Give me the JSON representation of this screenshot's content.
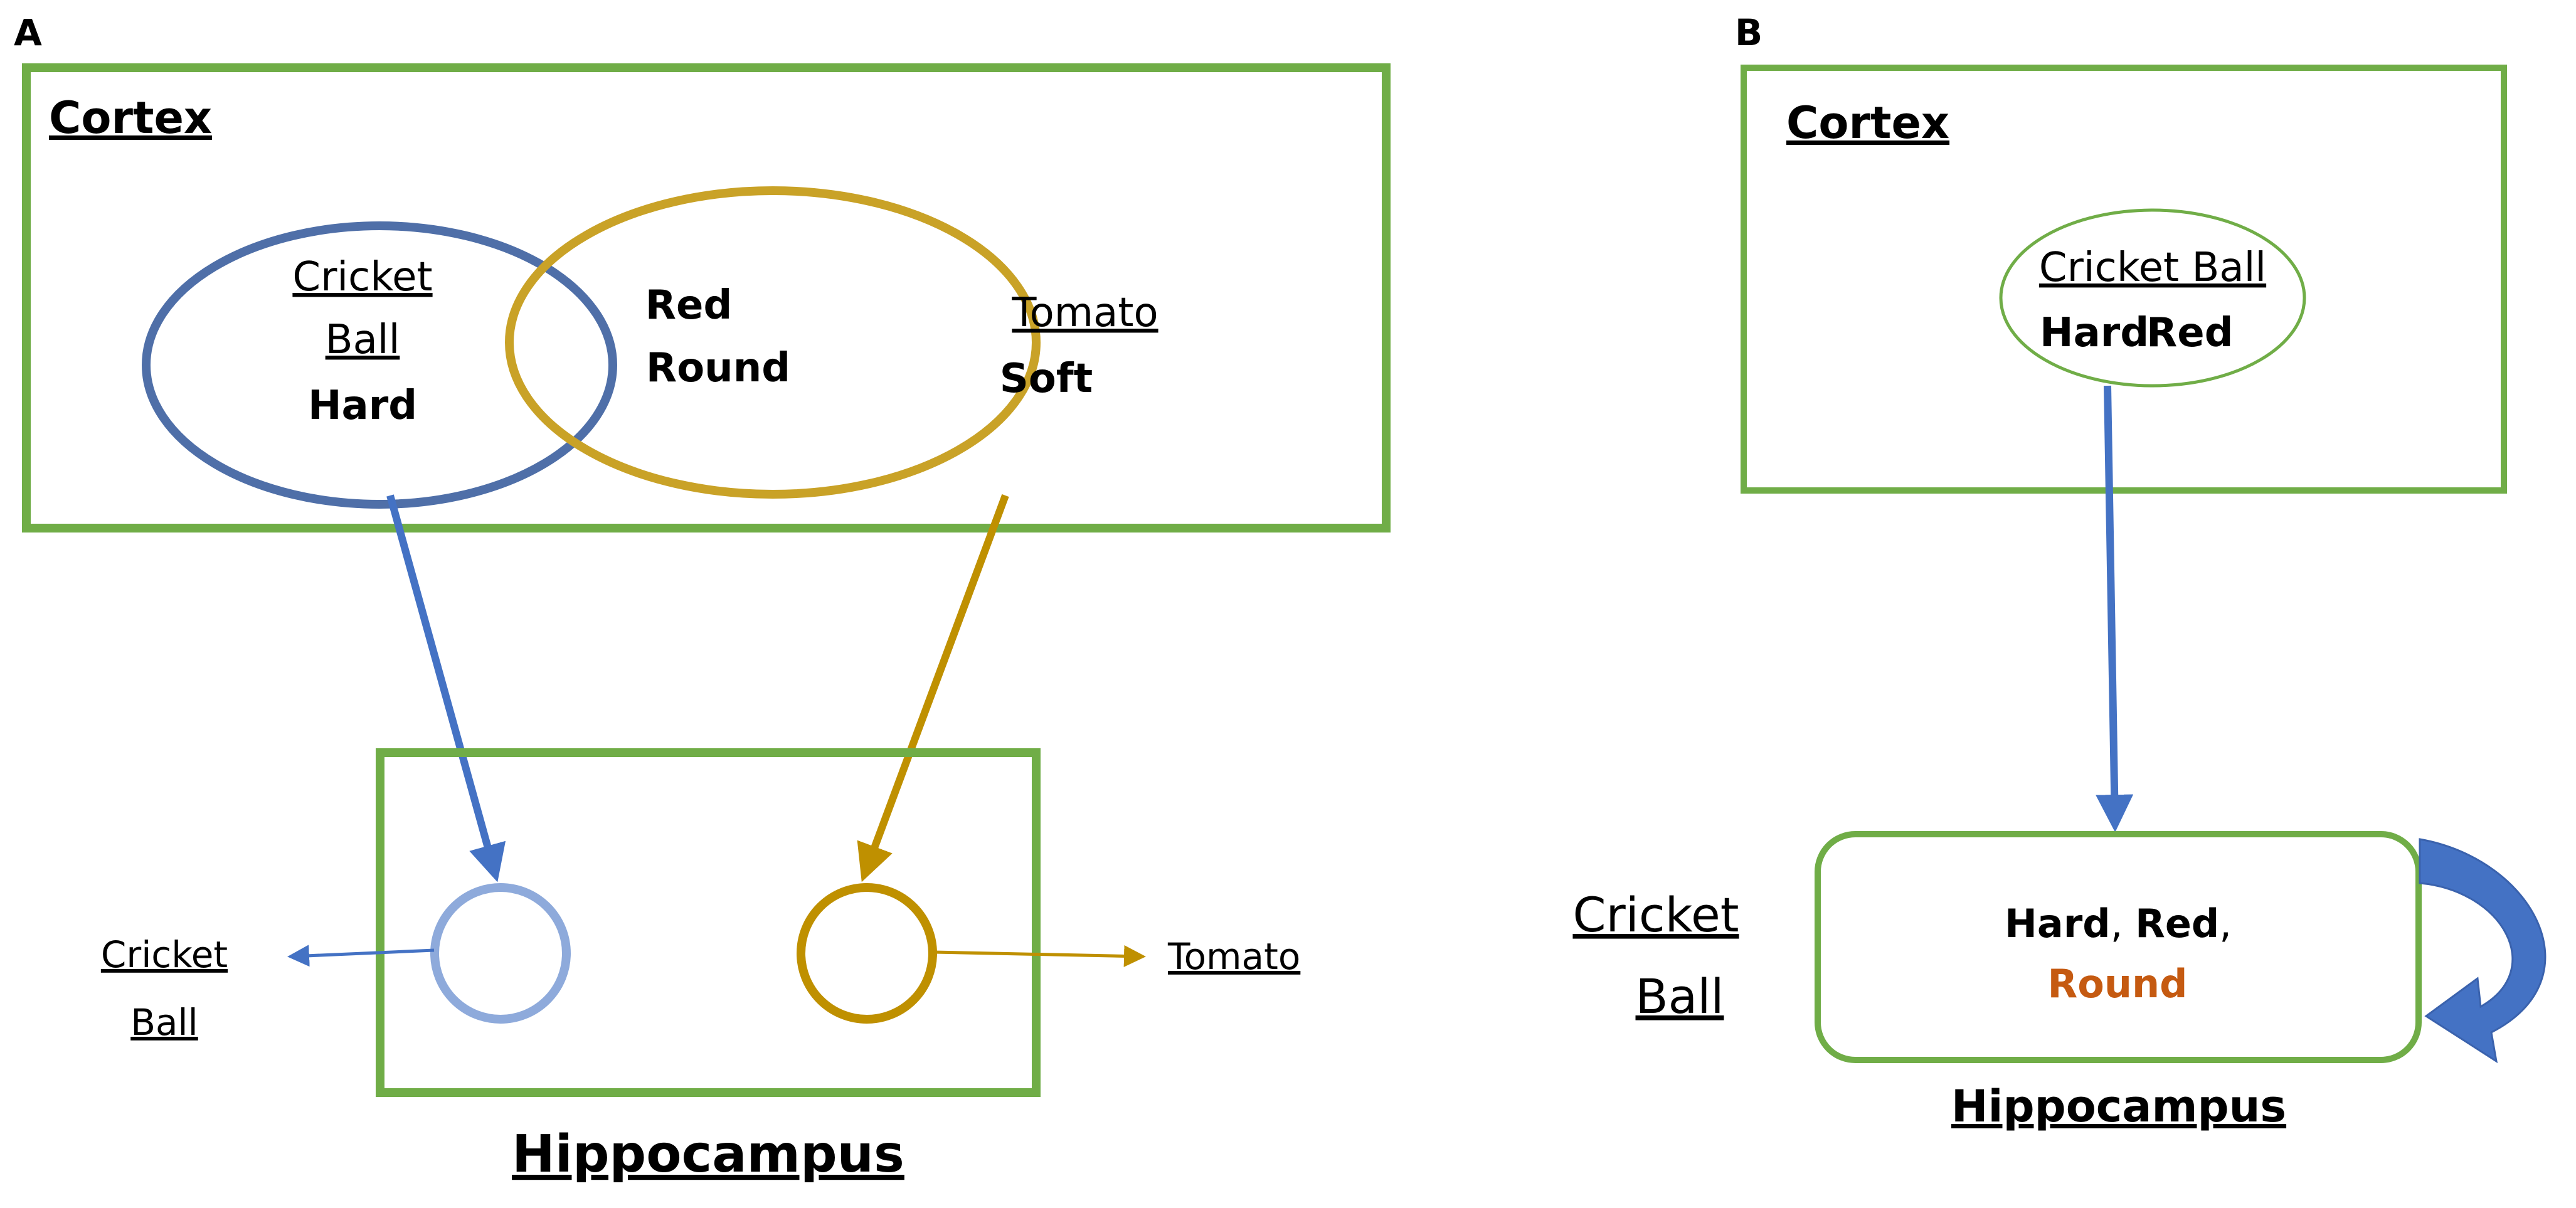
{
  "panel_a": {
    "letter": "A",
    "cortex_title": "Cortex",
    "hippocampus_title": "Hippocampus",
    "cricket_ball_line1": "Cricket",
    "cricket_ball_line2": "Ball",
    "cricket_ball_feature": "Hard",
    "shared_feature_1": "Red",
    "shared_feature_2": "Round",
    "tomato_label": "Tomato",
    "tomato_feature": "Soft",
    "output_cricket_line1": "Cricket",
    "output_cricket_line2": "Ball",
    "output_tomato": "Tomato"
  },
  "panel_b": {
    "letter": "B",
    "cortex_title": "Cortex",
    "ellipse_label": "Cricket Ball",
    "feature_1": "Hard",
    "feature_2": "Red",
    "hippocampus_title": "Hippocampus",
    "side_label_line1": "Cricket",
    "side_label_line2": "Ball",
    "hippo_part_1": "Hard",
    "hippo_sep_1": ", ",
    "hippo_part_2": "Red",
    "hippo_sep_2": ",",
    "hippo_part_3": "Round"
  },
  "colors": {
    "box_green": "#70ad47",
    "blue": "#4472c4",
    "blue_ellipse": "#4f6fa8",
    "light_blue": "#8eaadb",
    "gold": "#c9a227",
    "dark_gold": "#bf9000",
    "orange_text": "#c55a11",
    "curved_arrow": "#4472c4"
  }
}
